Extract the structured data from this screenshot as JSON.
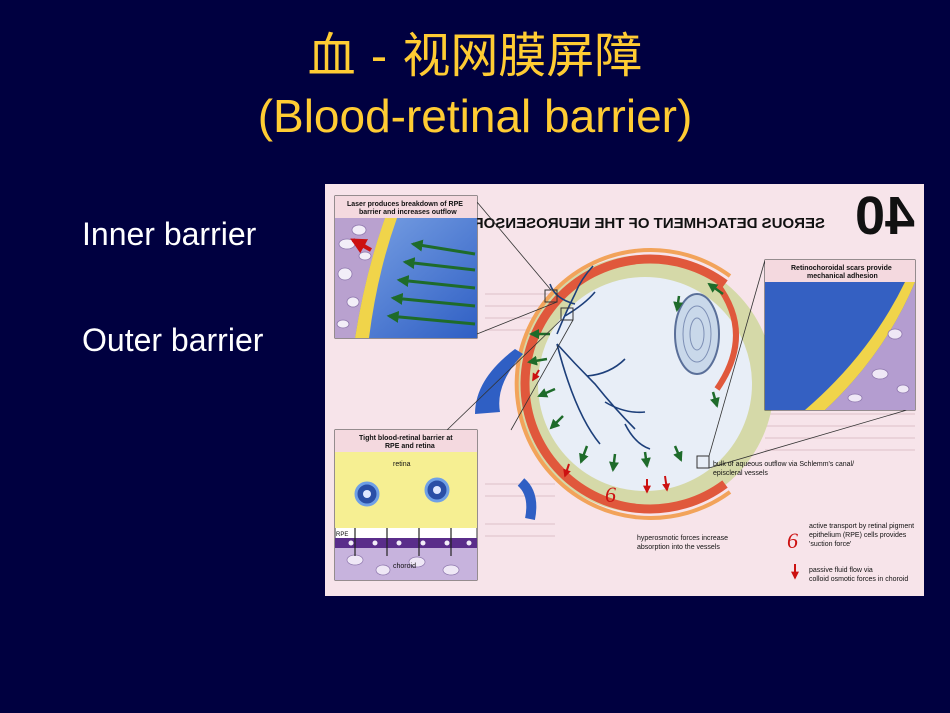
{
  "slide": {
    "title_cn": "血 - 视网膜屏障",
    "title_en": "(Blood-retinal barrier)",
    "bullets": [
      "Inner barrier",
      "Outer barrier"
    ]
  },
  "figure": {
    "page_number": "40",
    "header_text": "SEROUS DETACHMENT OF THE NEUROSENSORY RETINA",
    "panel_laser": [
      "Laser produces breakdown of RPE",
      "barrier and increases outflow"
    ],
    "panel_scars": [
      "Retinochoroidal scars provide",
      "mechanical adhesion"
    ],
    "panel_tight": [
      "Tight blood-retinal barrier at",
      "RPE and retina"
    ],
    "label_retina": "retina",
    "label_rpe": "RPE",
    "label_choroid": "choroid",
    "caption_aqueous": [
      "bulk of aqueous outflow via Schlemm's canal/",
      "episcleral vessels"
    ],
    "caption_hyperosmotic": [
      "hyperosmotic forces increase",
      "absorption into the vessels"
    ],
    "caption_active": [
      "active transport by retinal pigment",
      "epithelium (RPE) cells provides",
      "'suction force'"
    ],
    "caption_passive": [
      "passive fluid flow via",
      "colloid osmotic forces in choroid"
    ],
    "six_glyph": "6"
  },
  "colors": {
    "background": "#000040",
    "title": "#ffcc33",
    "text": "#ffffff"
  }
}
